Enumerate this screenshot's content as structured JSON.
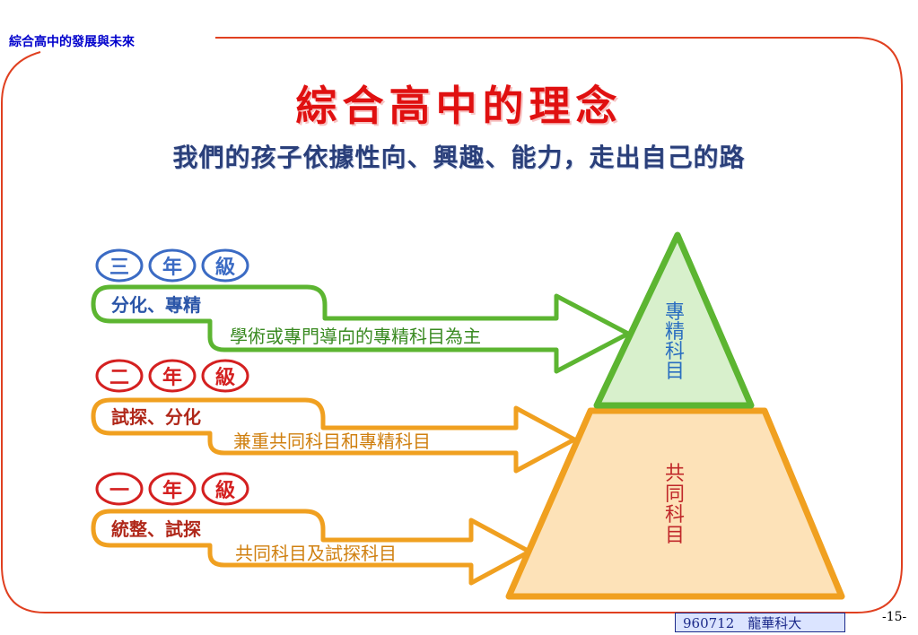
{
  "header": {
    "label": "綜合高中的發展與未來"
  },
  "title": "綜合高中的理念",
  "subtitle": "我們的孩子依據性向、興趣、能力，走出自己的路",
  "colors": {
    "blue_pill": "#3b6bc4",
    "red_pill": "#d42020",
    "green": "#5cb531",
    "orange": "#f0a020",
    "green_fill": "#d8f0cc",
    "orange_fill": "#fde2b8",
    "frame": "#e04020"
  },
  "levels": [
    {
      "grade_chars": [
        "三",
        "年",
        "級"
      ],
      "label": "分化、專精",
      "description": "學術或專門導向的專精科目為主",
      "color": "green"
    },
    {
      "grade_chars": [
        "二",
        "年",
        "級"
      ],
      "label": "試探、分化",
      "description": "兼重共同科目和專精科目",
      "color": "orange"
    },
    {
      "grade_chars": [
        "一",
        "年",
        "級"
      ],
      "label": "統整、試探",
      "description": "共同科目及試探科目",
      "color": "orange"
    }
  ],
  "pyramid": {
    "top_label": [
      "專",
      "精",
      "科",
      "目"
    ],
    "bottom_label": [
      "共",
      "同",
      "科",
      "目"
    ]
  },
  "footer": {
    "text": "960712　龍華科大"
  },
  "page_number": "-15-"
}
